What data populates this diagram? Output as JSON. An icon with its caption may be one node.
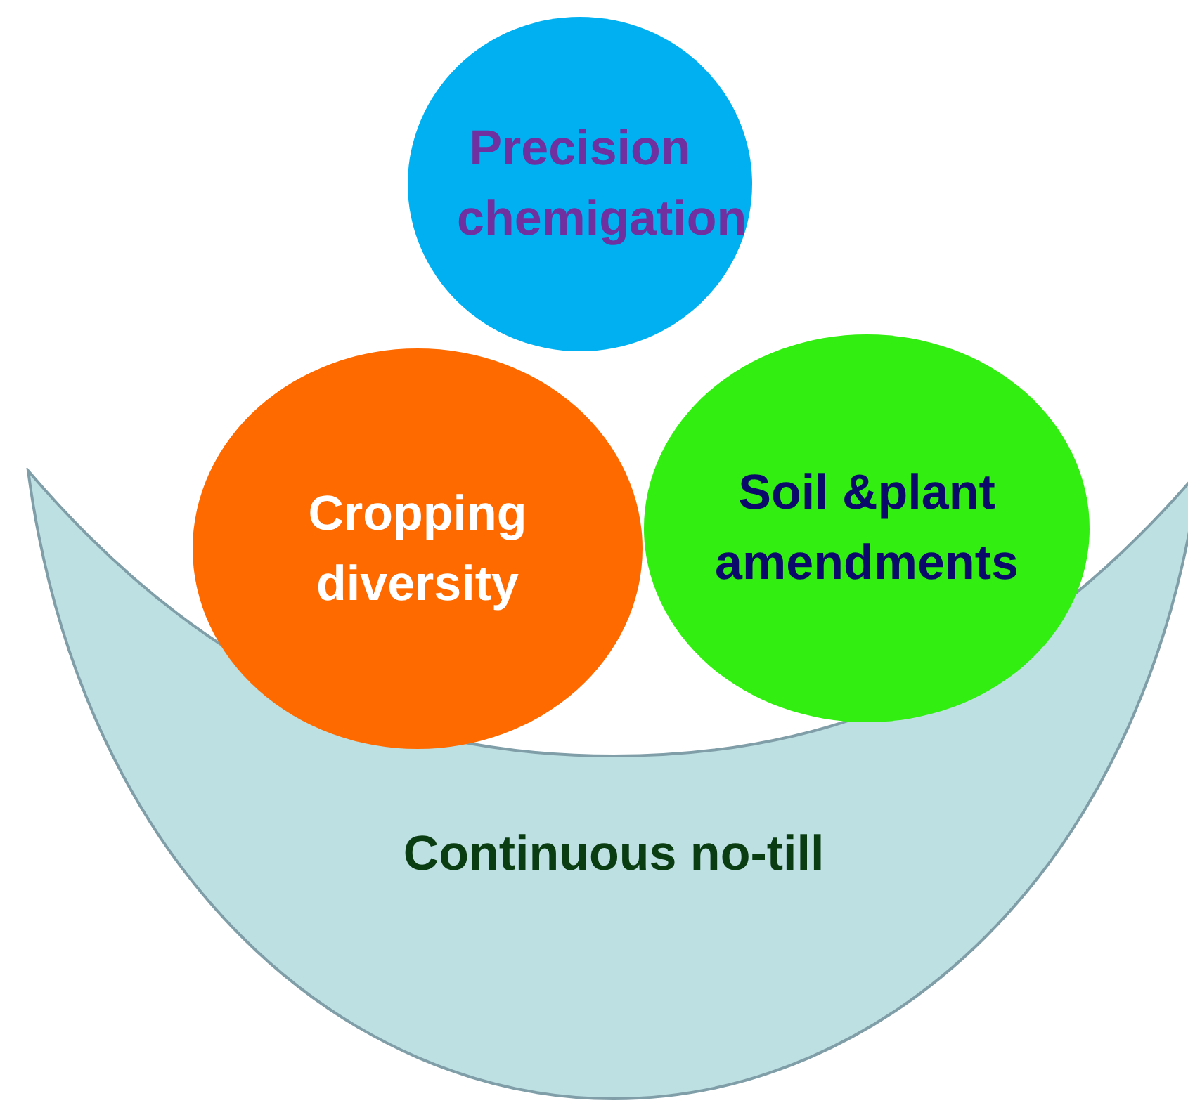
{
  "diagram": {
    "nodes": [
      {
        "text": [
          "Precision chemigation"
        ]
      },
      {
        "text": [
          "Cropping diversity"
        ]
      },
      {
        "text": [
          "Soil &plant amendments"
        ]
      },
      {
        "text": [
          "Continuous no-till"
        ]
      }
    ]
  }
}
